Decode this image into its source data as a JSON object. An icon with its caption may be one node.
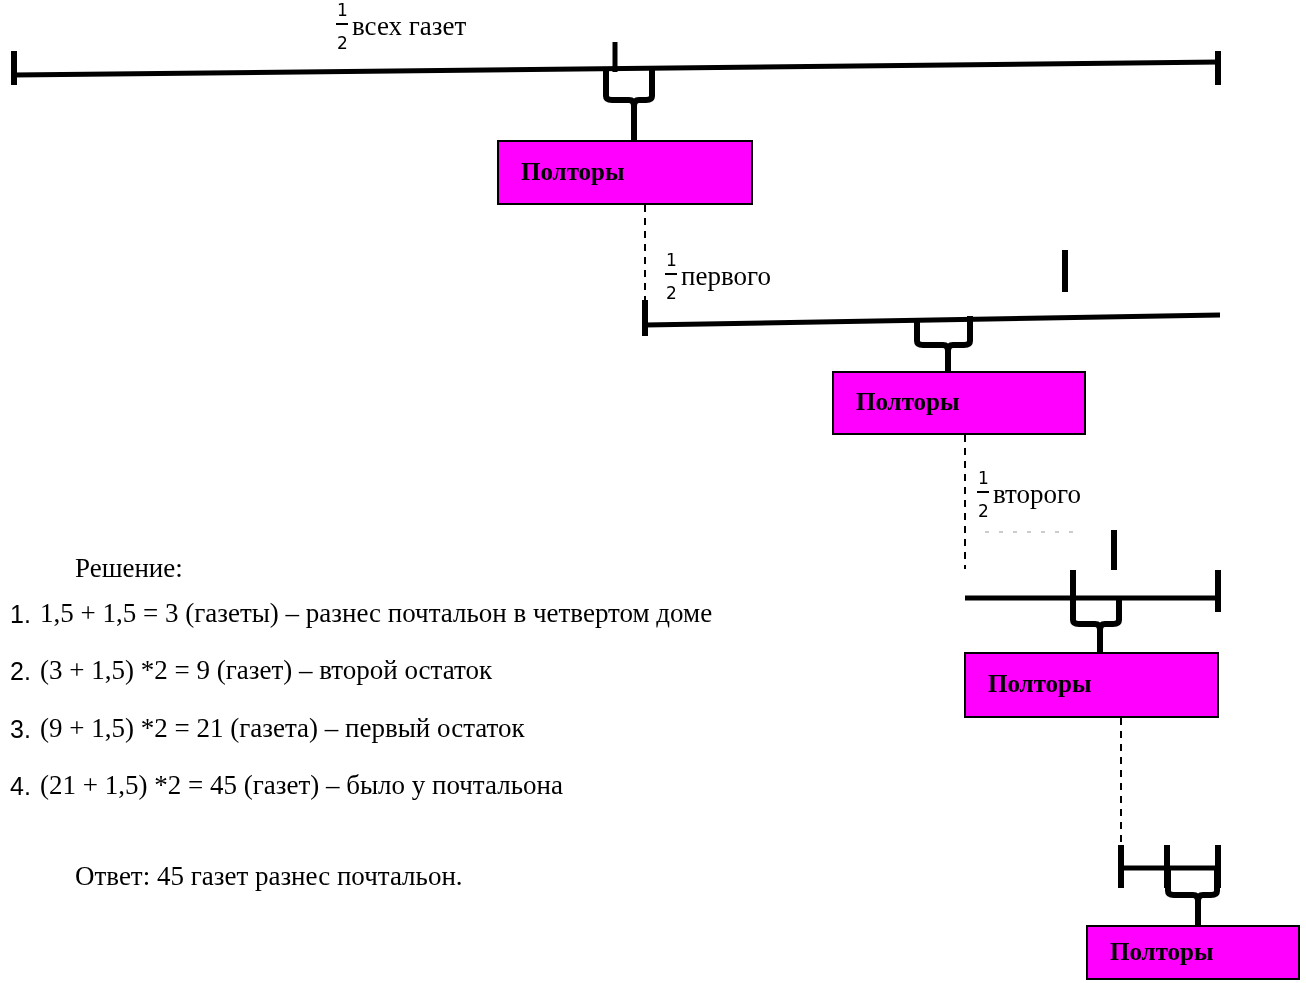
{
  "diagram": {
    "nodes": [
      {
        "text": [],
        "shape": "bar",
        "beside": [
          "1",
          "2",
          "всех газет"
        ]
      },
      {
        "text": [
          "Полторы"
        ]
      },
      {
        "text": [],
        "shape": "bar",
        "beside": [
          "1",
          "2",
          "первого"
        ]
      },
      {
        "text": [
          "Полторы"
        ]
      },
      {
        "text": [],
        "shape": "bar",
        "beside": [
          "1",
          "2",
          "второго"
        ]
      },
      {
        "text": [
          "Полторы"
        ]
      },
      {
        "text": [],
        "shape": "bar"
      },
      {
        "text": [
          "Полторы"
        ]
      }
    ],
    "edges": [
      {
        "from": 0,
        "to": 1,
        "arrow": "none"
      },
      {
        "from": 1,
        "to": 2,
        "arrow": "none",
        "style": "dashed"
      },
      {
        "from": 2,
        "to": 3,
        "arrow": "none"
      },
      {
        "from": 3,
        "to": 4,
        "arrow": "none",
        "style": "dashed"
      },
      {
        "from": 4,
        "to": 5,
        "arrow": "none"
      },
      {
        "from": 5,
        "to": 6,
        "arrow": "none",
        "style": "dashed"
      },
      {
        "from": 6,
        "to": 7,
        "arrow": "none"
      }
    ],
    "labels": [
      "Решение:",
      "1.",
      "1,5 + 1,5 = 3 (газеты) – разнес почтальон в четвертом доме",
      "2.",
      "(3 + 1,5) *2 = 9 (газет) – второй остаток",
      "3.",
      "(9 + 1,5) *2 = 21 (газета) – первый остаток",
      "4.",
      "(21 + 1,5) *2 = 45 (газет) – было у почтальона",
      "Ответ: 45 газет разнес почтальон."
    ]
  }
}
